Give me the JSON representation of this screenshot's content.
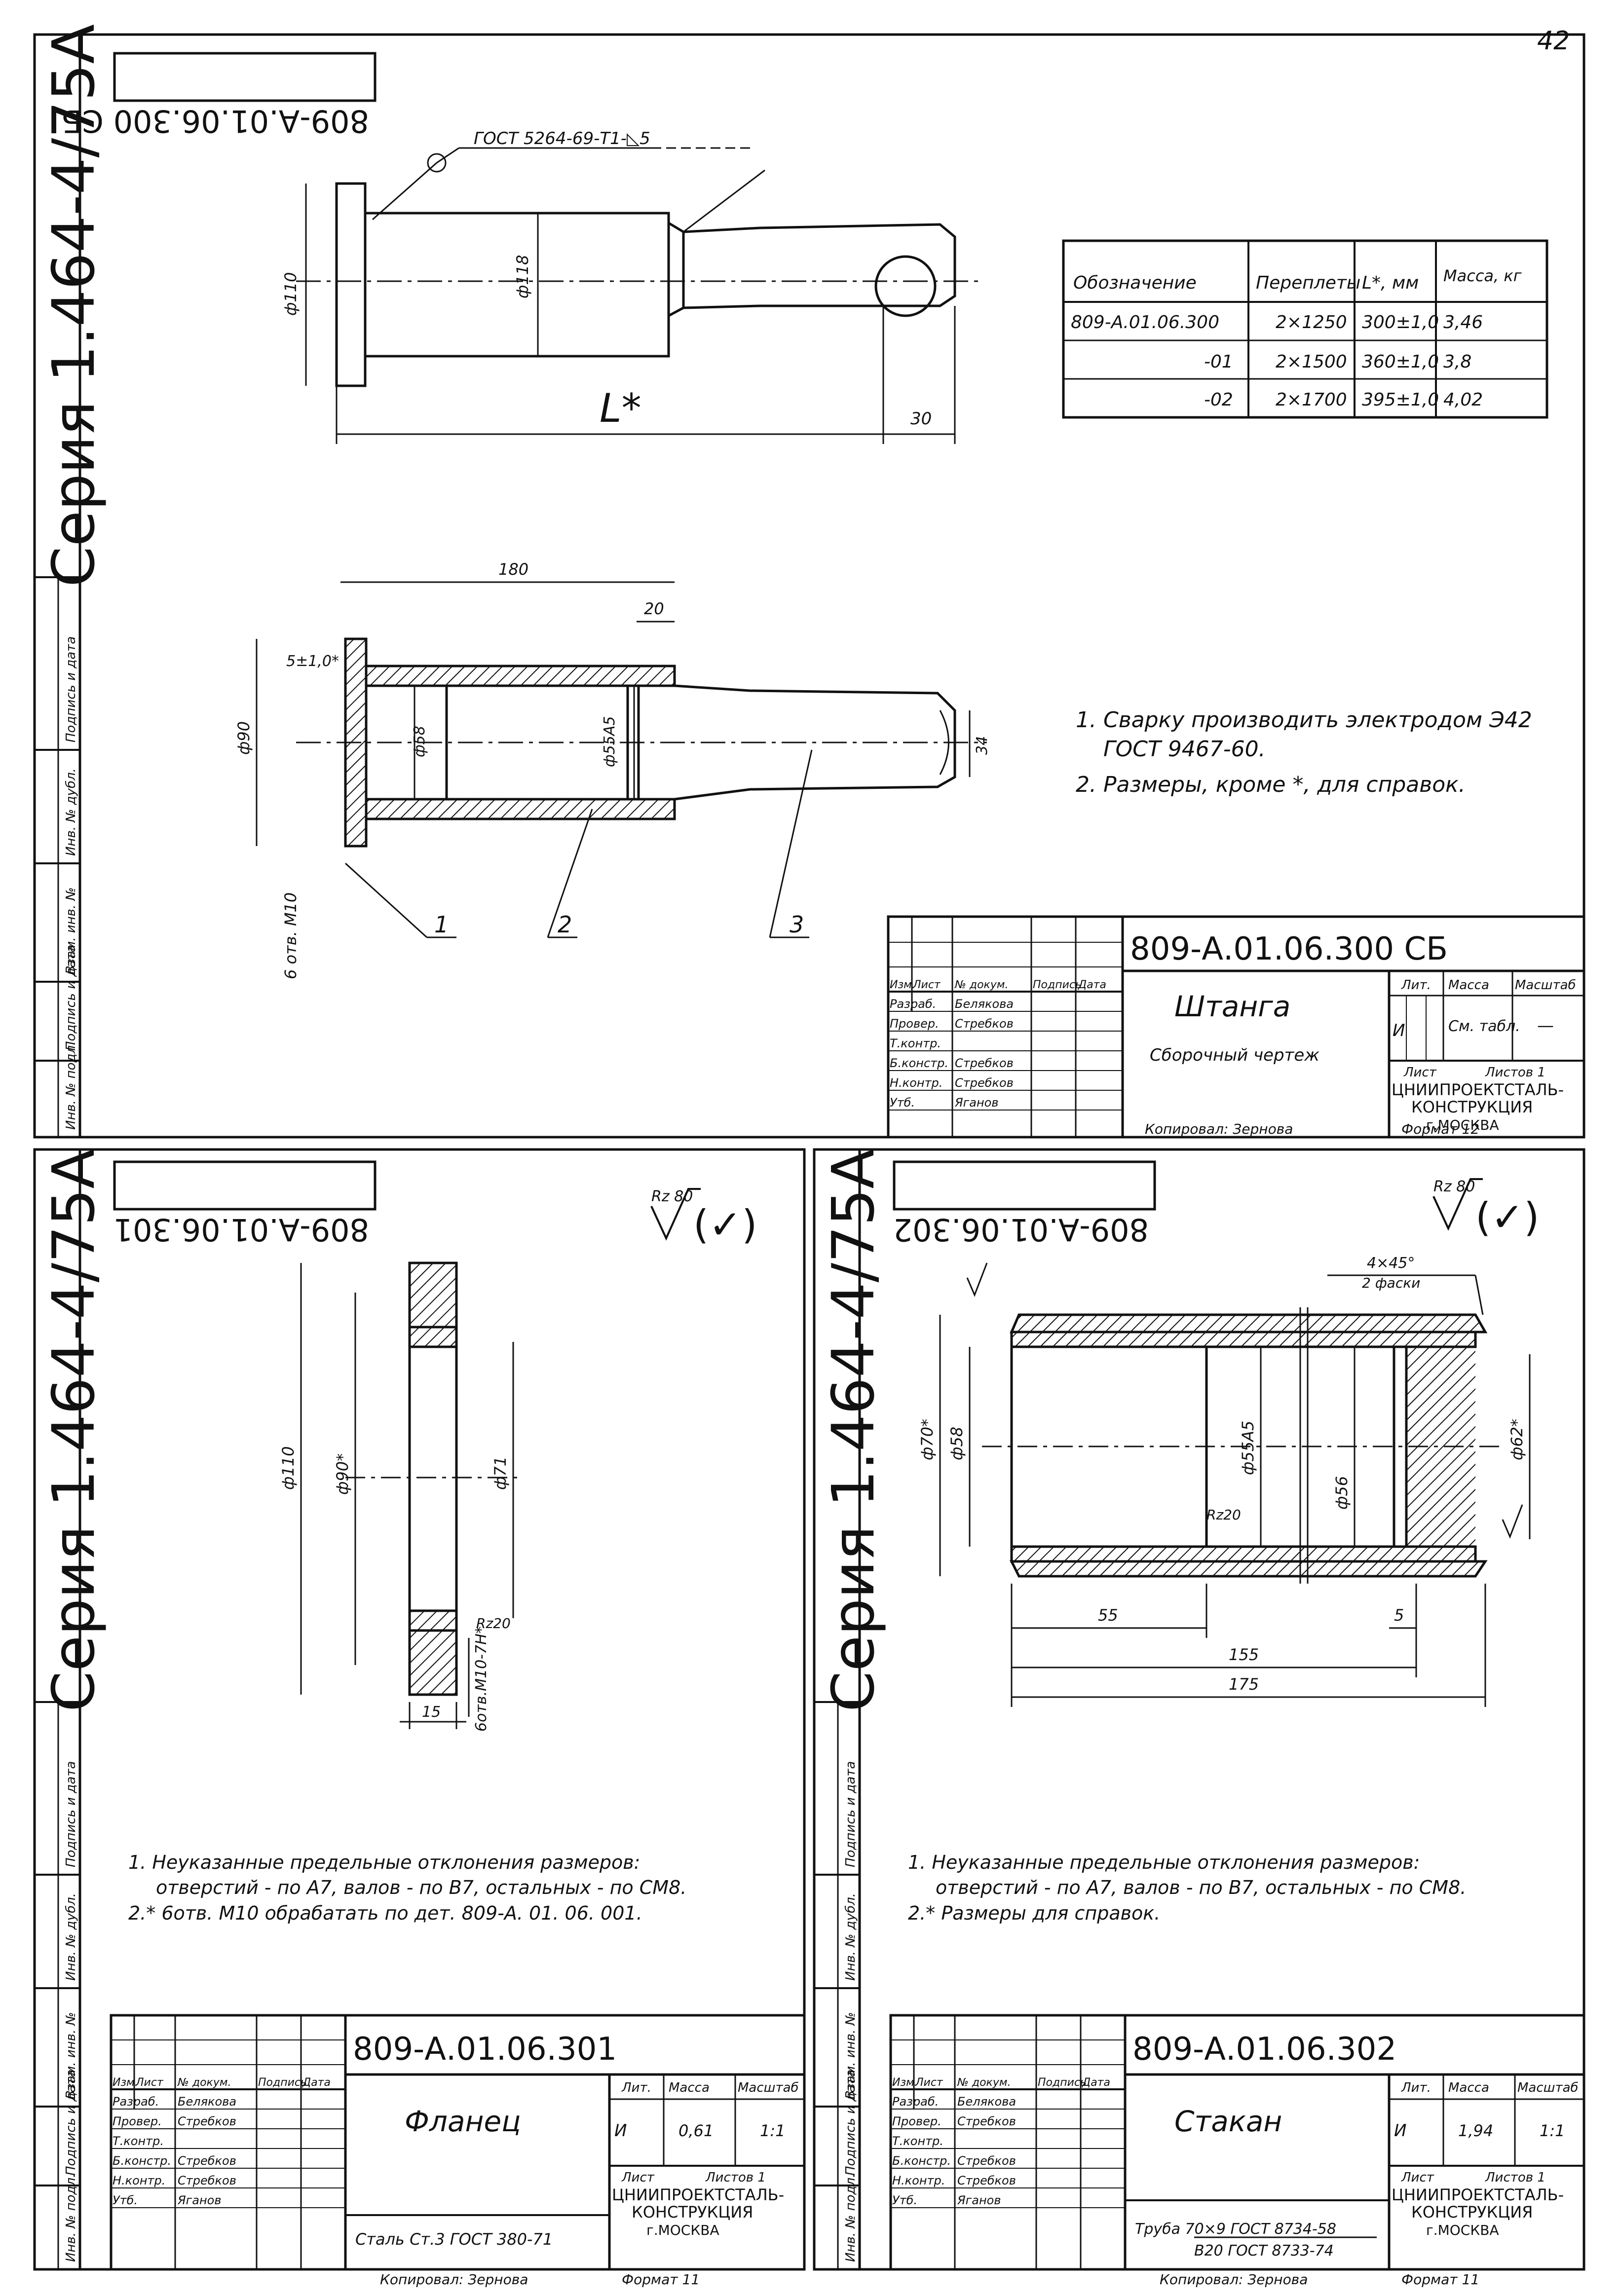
{
  "page_number": "42",
  "copied_by": "Копировал: Зернова",
  "side_labels": [
    "Инв. № подл.",
    "Подпись и дата",
    "Взам. инв. №",
    "Инв. № дубл.",
    "Подпись и дата"
  ],
  "title_block_headers": {
    "izm": "Изм.",
    "list": "Лист",
    "ndoc": "№ докум.",
    "podp": "Подпись",
    "data": "Дата",
    "lit": "Лит.",
    "massa": "Масса",
    "masshtab": "Масштаб",
    "sheet": "Лист",
    "sheets": "Листов 1",
    "org1": "ЦНИИПРОЕКТСТАЛЬ-",
    "org2": "КОНСТРУКЦИЯ",
    "org3": "г.МОСКВА"
  },
  "roles": [
    {
      "role": "Разраб.",
      "name": "Белякова"
    },
    {
      "role": "Провер.",
      "name": "Стребков"
    },
    {
      "role": "Т.контр.",
      "name": ""
    },
    {
      "role": "Б.констр.",
      "name": "Стребков"
    },
    {
      "role": "Н.контр.",
      "name": "Стребков"
    },
    {
      "role": "Утб.",
      "name": "Яганов"
    }
  ],
  "sheet1": {
    "series": "Серия 1.464-4/75А",
    "stamp_mirrored": "809-А.01.06.300 СБ",
    "doc_code": "809-А.01.06.300 СБ",
    "part_name": "Штанга",
    "doc_type": "Сборочный чертеж",
    "lit": "И",
    "mass": "См. табл.",
    "scale": "—",
    "format": "Формат 12",
    "weld_symbol": "ГОСТ 5264-69-Т1-◺5",
    "dims": {
      "d110": "ф110",
      "d118": "ф118",
      "L": "L*",
      "d30": "30",
      "d180": "180",
      "d20": "20",
      "d5": "5±1,0*",
      "d90": "ф90",
      "d58": "ф58",
      "d55": "ф55А5",
      "d34": "34",
      "m10": "6 отв. М10"
    },
    "callouts": [
      "1",
      "2",
      "3"
    ],
    "table": {
      "headers": [
        "Обозначение",
        "Переплеты",
        "L*, мм",
        "Масса, кг"
      ],
      "rows": [
        [
          "809-А.01.06.300",
          "2×1250",
          "300±1,0",
          "3,46"
        ],
        [
          "-01",
          "2×1500",
          "360±1,0",
          "3,8"
        ],
        [
          "-02",
          "2×1700",
          "395±1,0",
          "4,02"
        ]
      ]
    },
    "notes": [
      "1. Сварку производить электродом Э42",
      "ГОСТ 9467-60.",
      "2. Размеры, кроме *, для справок."
    ]
  },
  "sheet2": {
    "series": "Серия 1.464-4/75А",
    "stamp_mirrored": "809-А.01.06.301",
    "doc_code": "809-А.01.06.301",
    "part_name": "Фланец",
    "material": "Сталь Ст.3 ГОСТ 380-71",
    "lit": "И",
    "mass": "0,61",
    "scale": "1:1",
    "format": "Формат 11",
    "roughness": "Rz 80",
    "dims": {
      "d110": "ф110",
      "d90": "ф90*",
      "d71": "ф71",
      "rz20": "Rz20",
      "d15": "15",
      "holes": "6отв.М10-7Н*"
    },
    "notes": [
      "1. Неуказанные предельные отклонения размеров:",
      "отверстий - по А7, валов - по В7, остальных - по СМ8.",
      "2.* 6отв. М10 обрабатать по дет. 809-А. 01. 06. 001."
    ]
  },
  "sheet3": {
    "series": "Серия 1.464-4/75А",
    "stamp_mirrored": "809-А.01.06.302",
    "doc_code": "809-А.01.06.302",
    "part_name": "Стакан",
    "material1": "Труба 70×9 ГОСТ 8734-58",
    "material2": "В20 ГОСТ 8733-74",
    "lit": "И",
    "mass": "1,94",
    "scale": "1:1",
    "format": "Формат 11",
    "roughness": "Rz 80",
    "dims": {
      "chamfer": "4×45°",
      "chamfer2": "2 фаски",
      "d70": "ф70*",
      "d58": "ф58",
      "d55": "ф55А5",
      "d56": "ф56",
      "d62": "ф62*",
      "rz20": "Rz20",
      "d55len": "55",
      "d5": "5",
      "d155": "155",
      "d175": "175"
    },
    "notes": [
      "1. Неуказанные предельные отклонения размеров:",
      "отверстий - по А7, валов - по В7, остальных - по СМ8.",
      "2.* Размеры для справок."
    ]
  }
}
